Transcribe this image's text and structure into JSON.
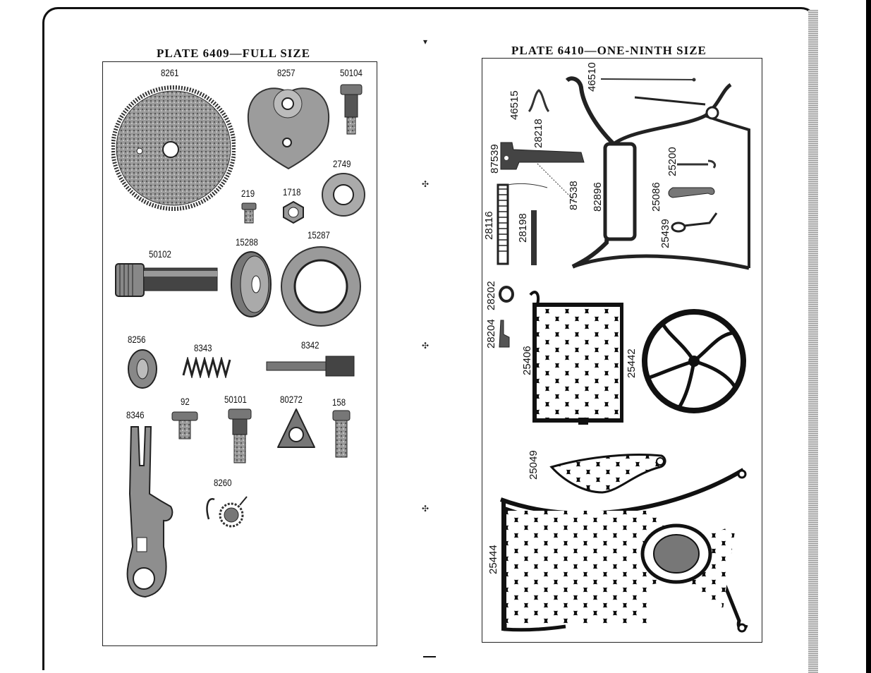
{
  "left_plate": {
    "title": "PLATE  6409—FULL SIZE",
    "labels": [
      "8261",
      "8257",
      "50104",
      "2749",
      "219",
      "1718",
      "15288",
      "15287",
      "50102",
      "8256",
      "8343",
      "8342",
      "92",
      "50101",
      "80272",
      "158",
      "8346",
      "8260"
    ]
  },
  "right_plate": {
    "title": "PLATE  6410—ONE-NINTH  SIZE",
    "labels": [
      "46510",
      "46515",
      "87539",
      "28218",
      "87538",
      "82896",
      "25200",
      "25086",
      "25439",
      "28116",
      "28198",
      "28202",
      "28204",
      "25406",
      "25442",
      "25049",
      "25444"
    ]
  }
}
